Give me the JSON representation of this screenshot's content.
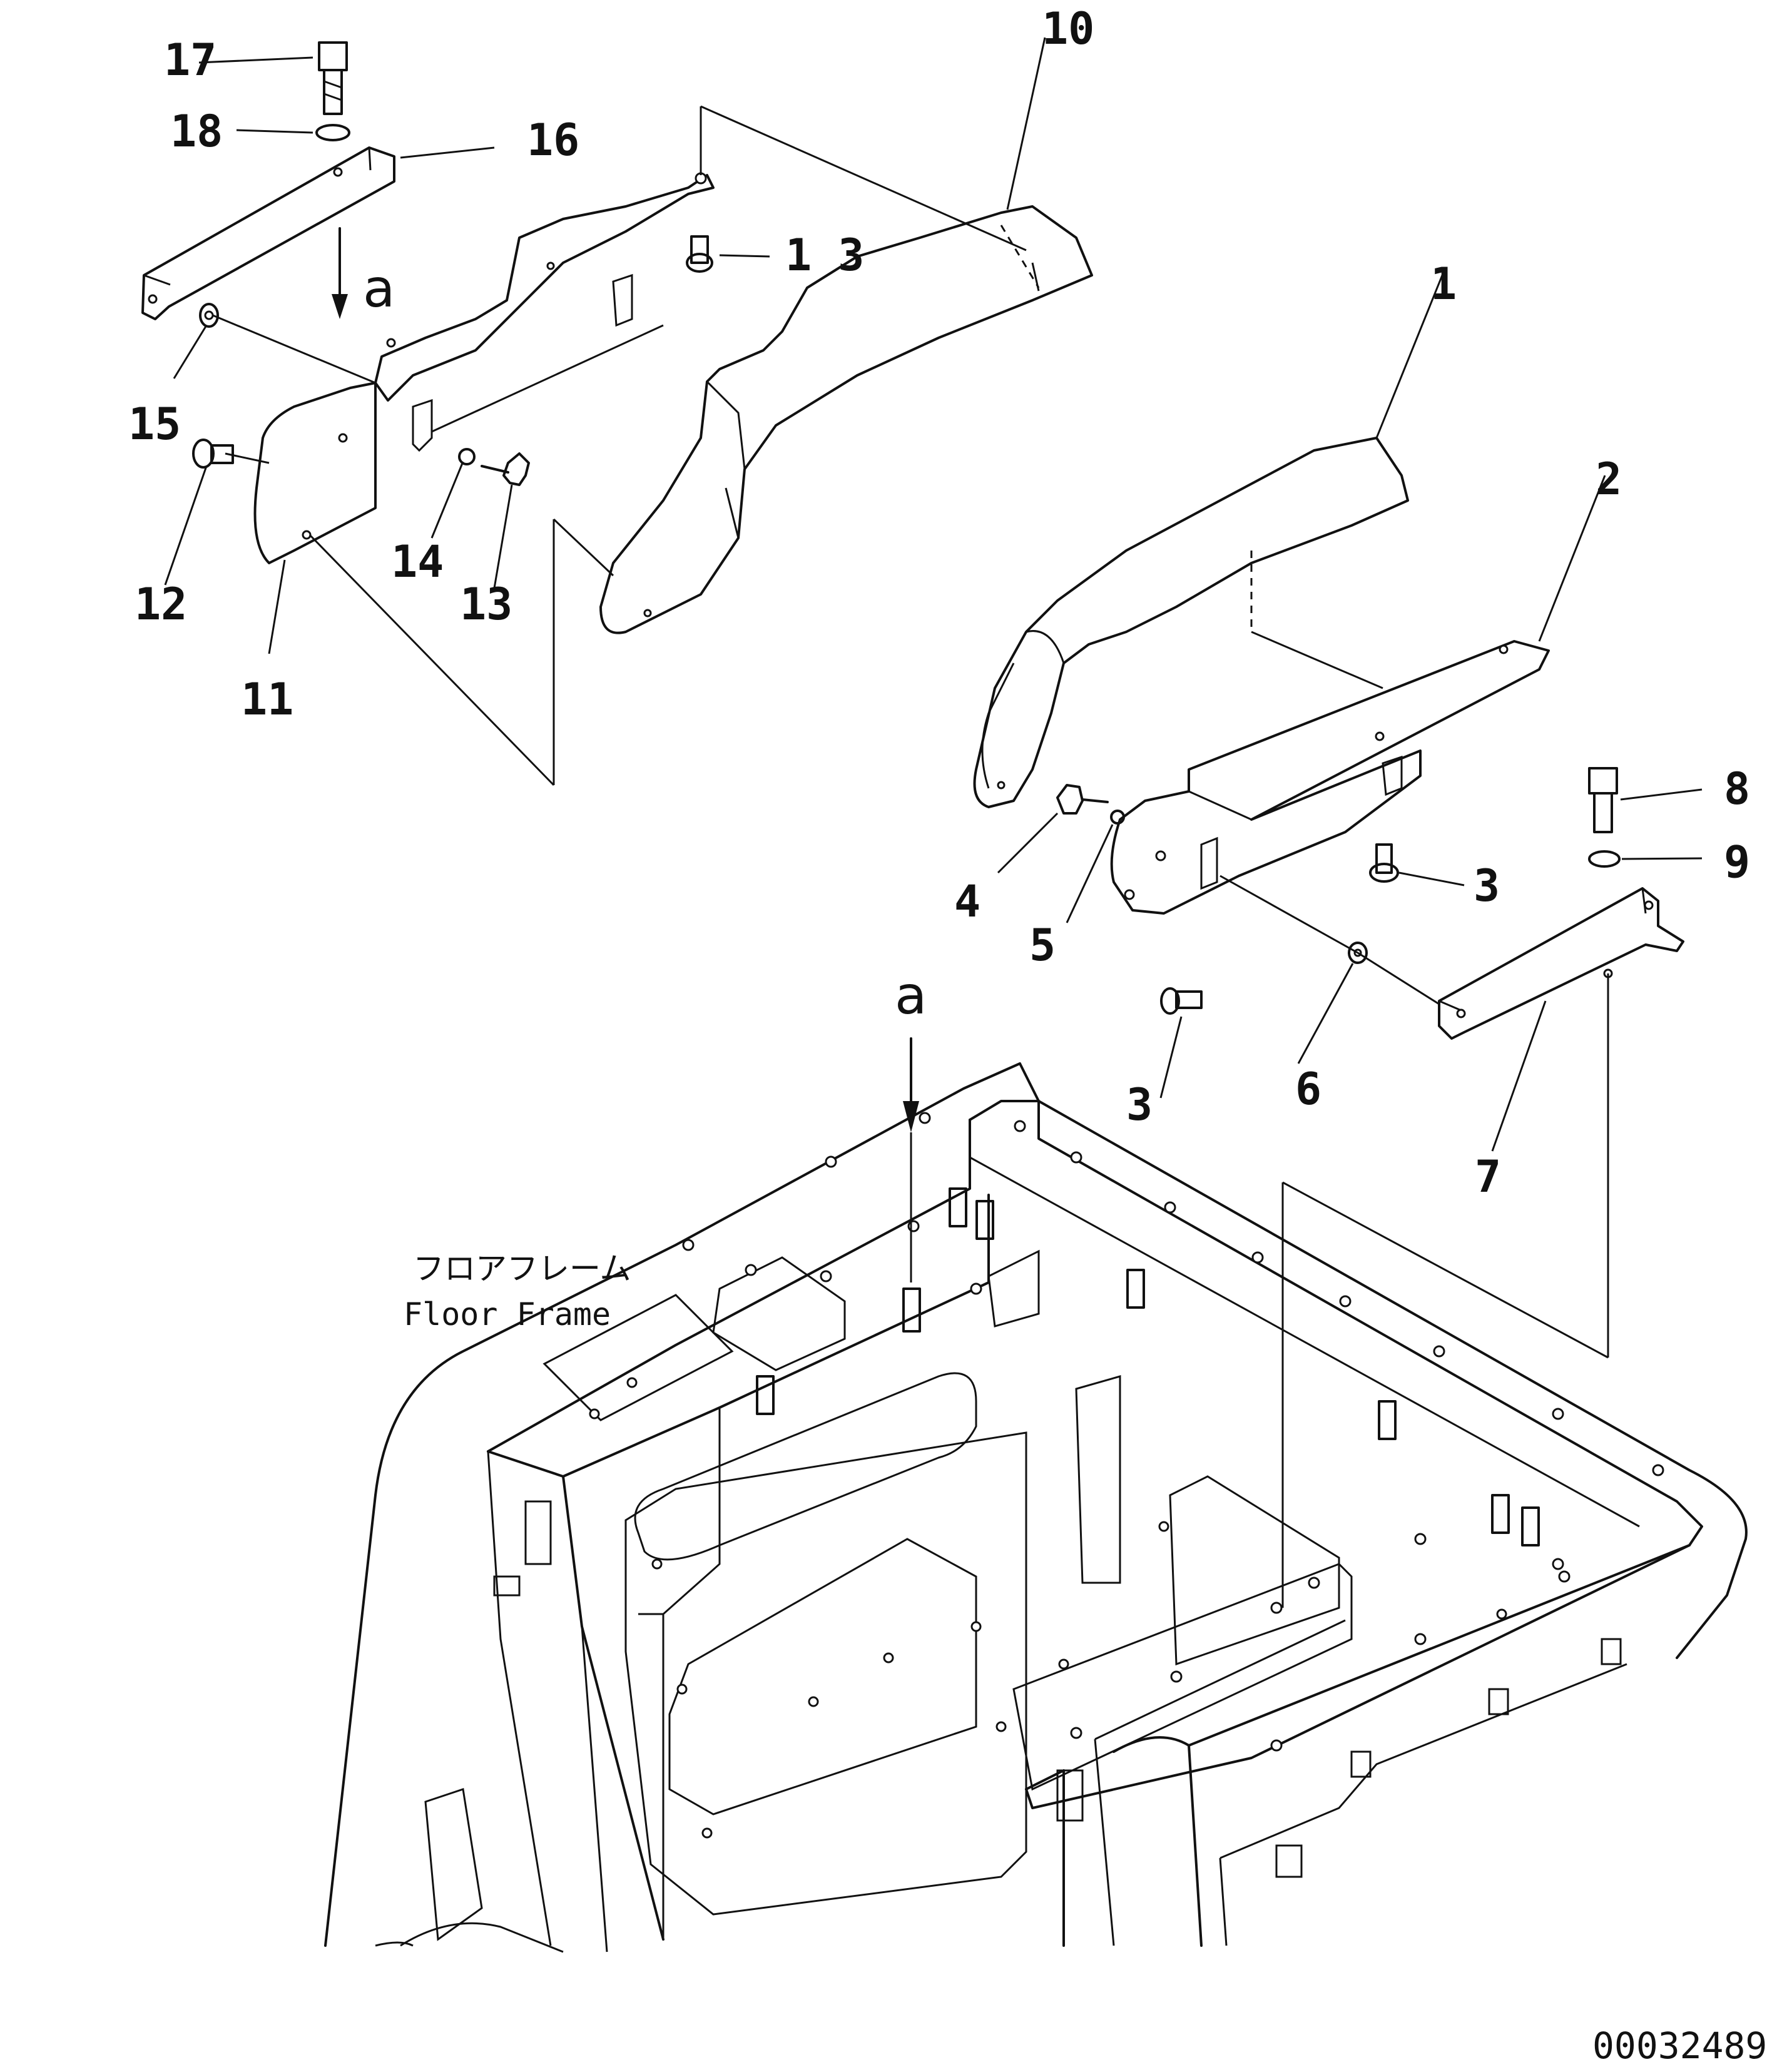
{
  "callouts": {
    "n1": "1",
    "n2": "2",
    "n3a": "3",
    "n3b": "3",
    "n4": "4",
    "n5": "5",
    "n6": "6",
    "n7": "7",
    "n8": "8",
    "n9": "9",
    "n10": "10",
    "n11": "11",
    "n12": "12",
    "n13a": "1 3",
    "n13b": "13",
    "n14": "14",
    "n15": "15",
    "n16": "16",
    "n17": "17",
    "n18": "18"
  },
  "view_marker": {
    "top": "a",
    "bottom": "a"
  },
  "floor_frame": {
    "jp": "フロアフレーム",
    "en": "Floor Frame"
  },
  "drawing_code": "00032489"
}
